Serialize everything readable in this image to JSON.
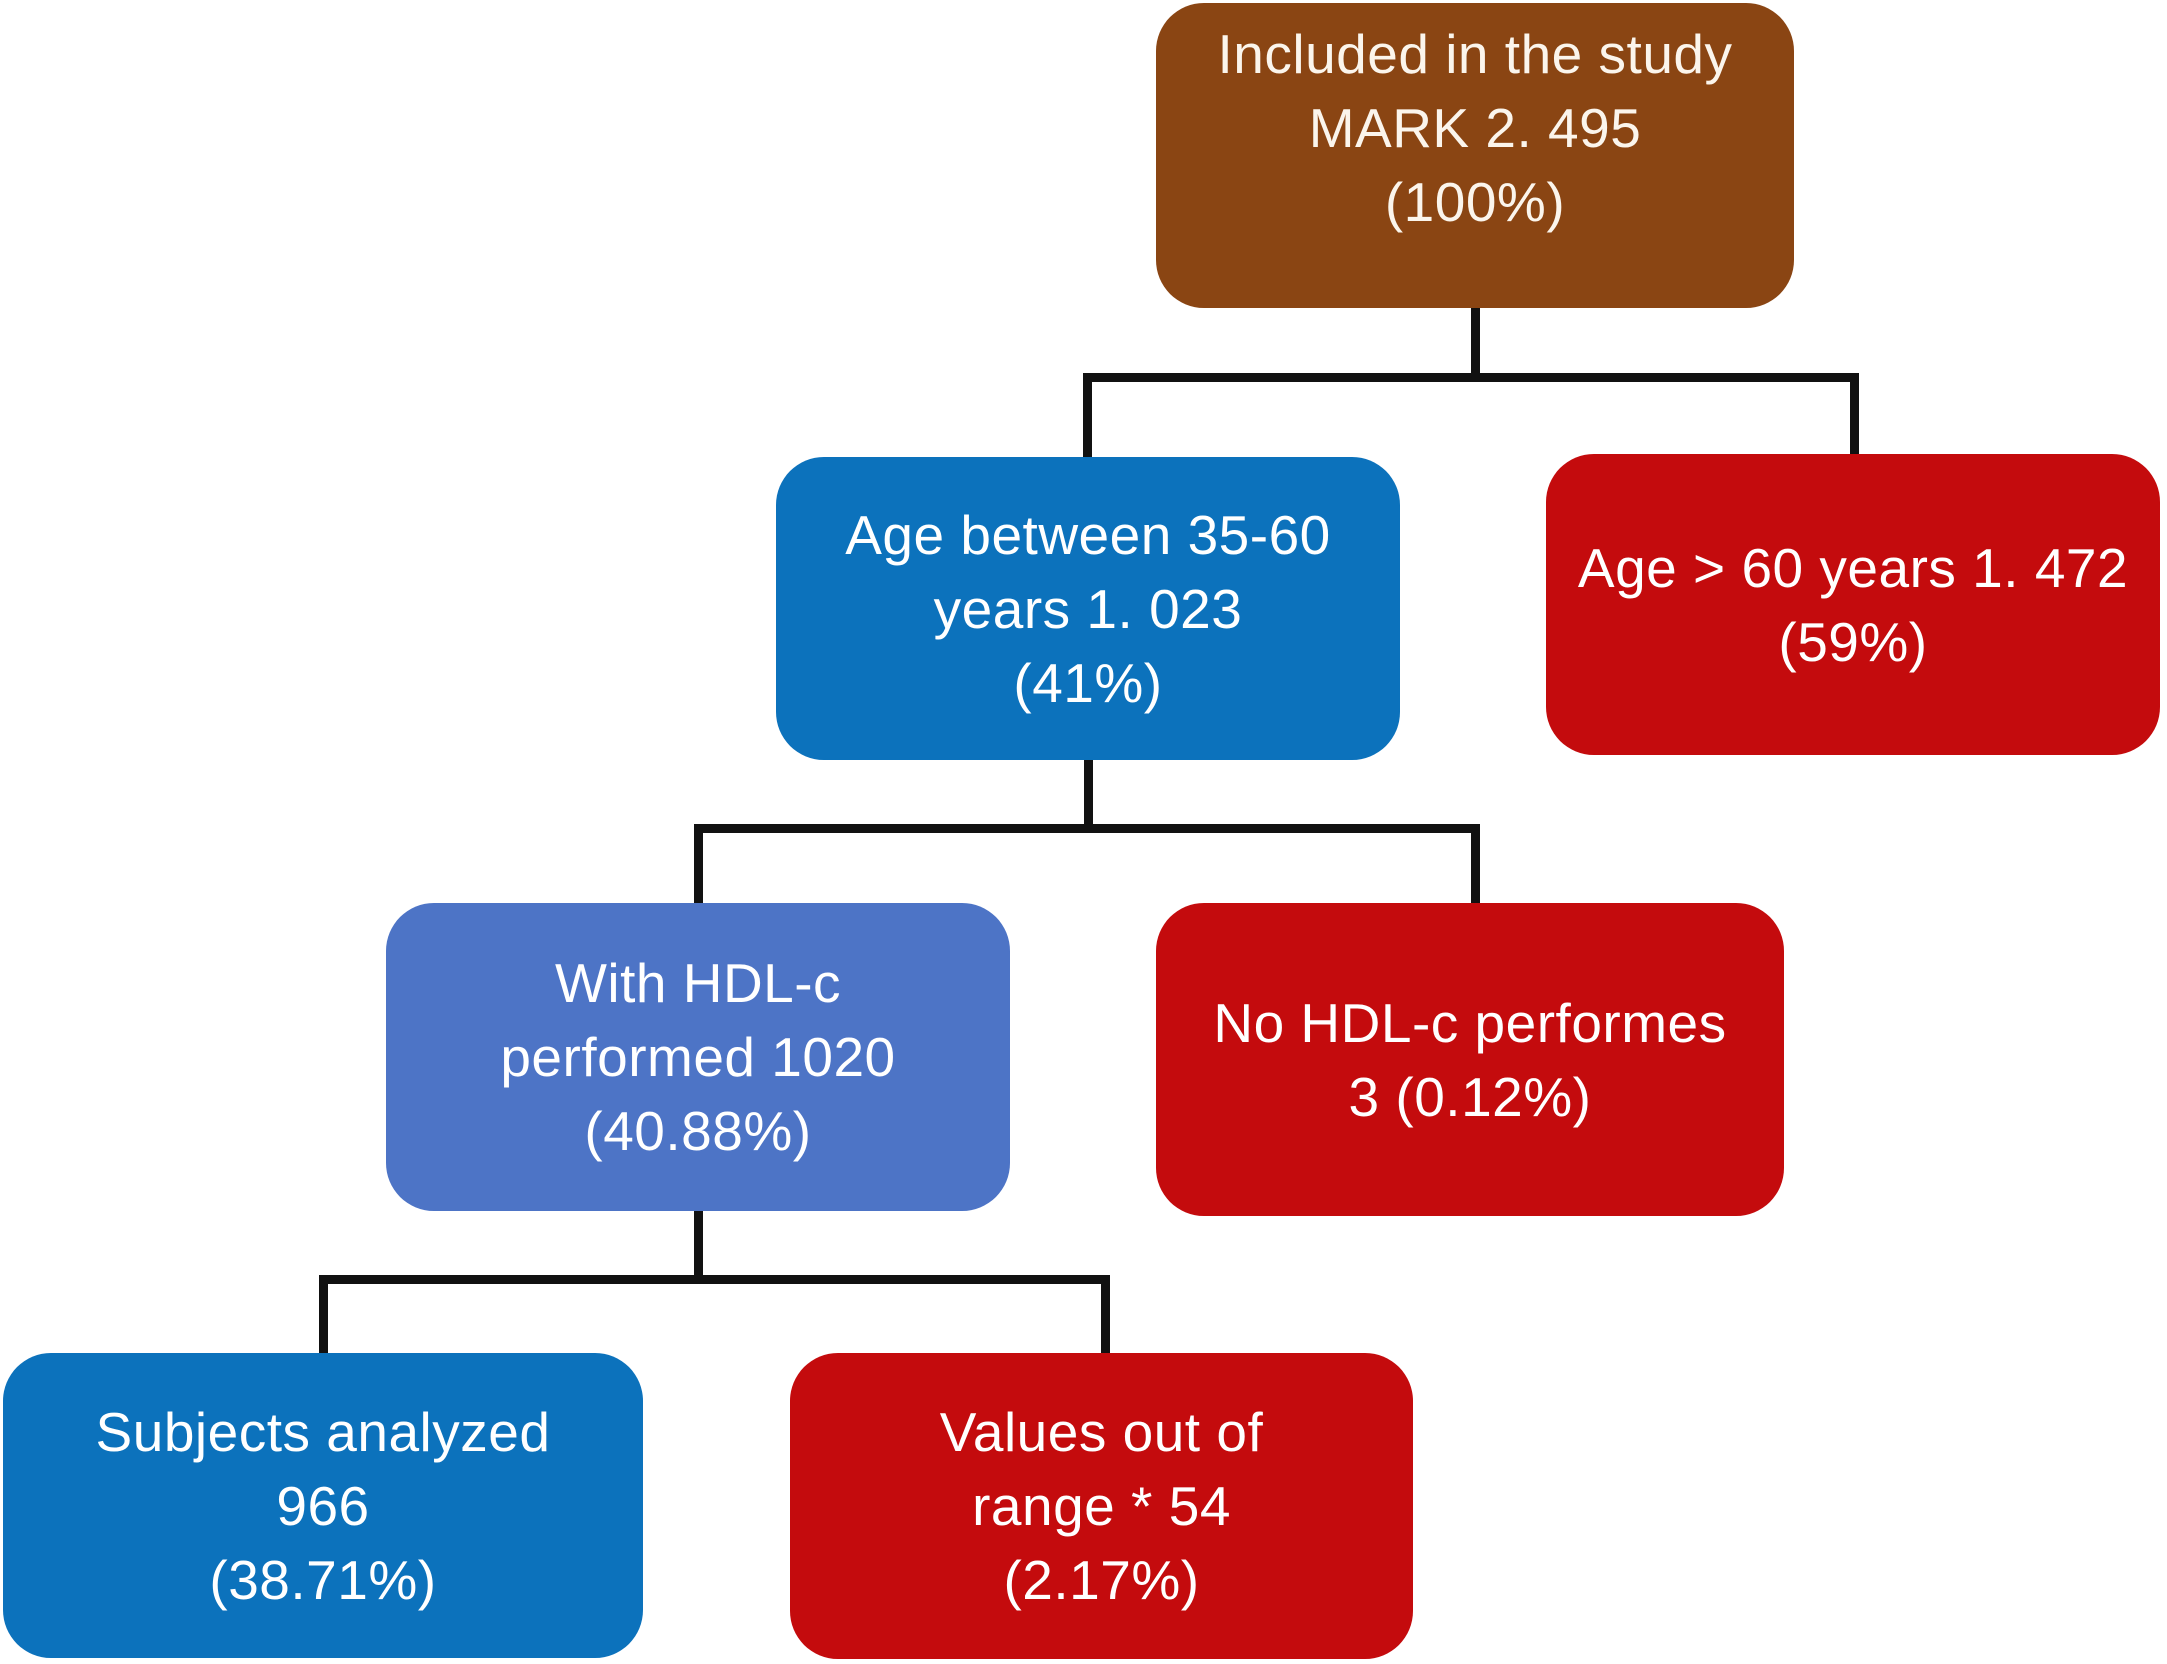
{
  "background": "#FFFFFF",
  "connector_color": "#111111",
  "nodes": {
    "included": {
      "lines": [
        "Included in the study",
        "MARK 2. 495",
        "(100%)"
      ],
      "fill": "#8A4513",
      "text_color": "#FBF5EC"
    },
    "age_35_60": {
      "lines": [
        "Age between 35-60",
        "years 1. 023",
        "(41%)"
      ],
      "fill": "#0C72BC",
      "text_color": "#FFFFFF"
    },
    "age_over_60": {
      "lines": [
        "Age > 60 years 1. 472",
        "(59%)"
      ],
      "fill": "#C40B0D",
      "text_color": "#FFFFFF"
    },
    "hdl_performed": {
      "lines": [
        "With HDL-c",
        "performed 1020",
        "(40.88%)"
      ],
      "fill": "#4D74C6",
      "text_color": "#FFFFFF"
    },
    "no_hdl": {
      "lines": [
        "No HDL-c performes",
        "3 (0.12%)"
      ],
      "fill": "#C40B0D",
      "text_color": "#FFFFFF"
    },
    "subjects_analyzed": {
      "lines": [
        "Subjects analyzed",
        "966",
        "(38.71%)"
      ],
      "fill": "#0C72BC",
      "text_color": "#FFFFFF"
    },
    "values_out_of_range": {
      "lines": [
        "Values out of",
        "range * 54",
        "(2.17%)"
      ],
      "fill": "#C40B0D",
      "text_color": "#FFFFFF"
    }
  }
}
